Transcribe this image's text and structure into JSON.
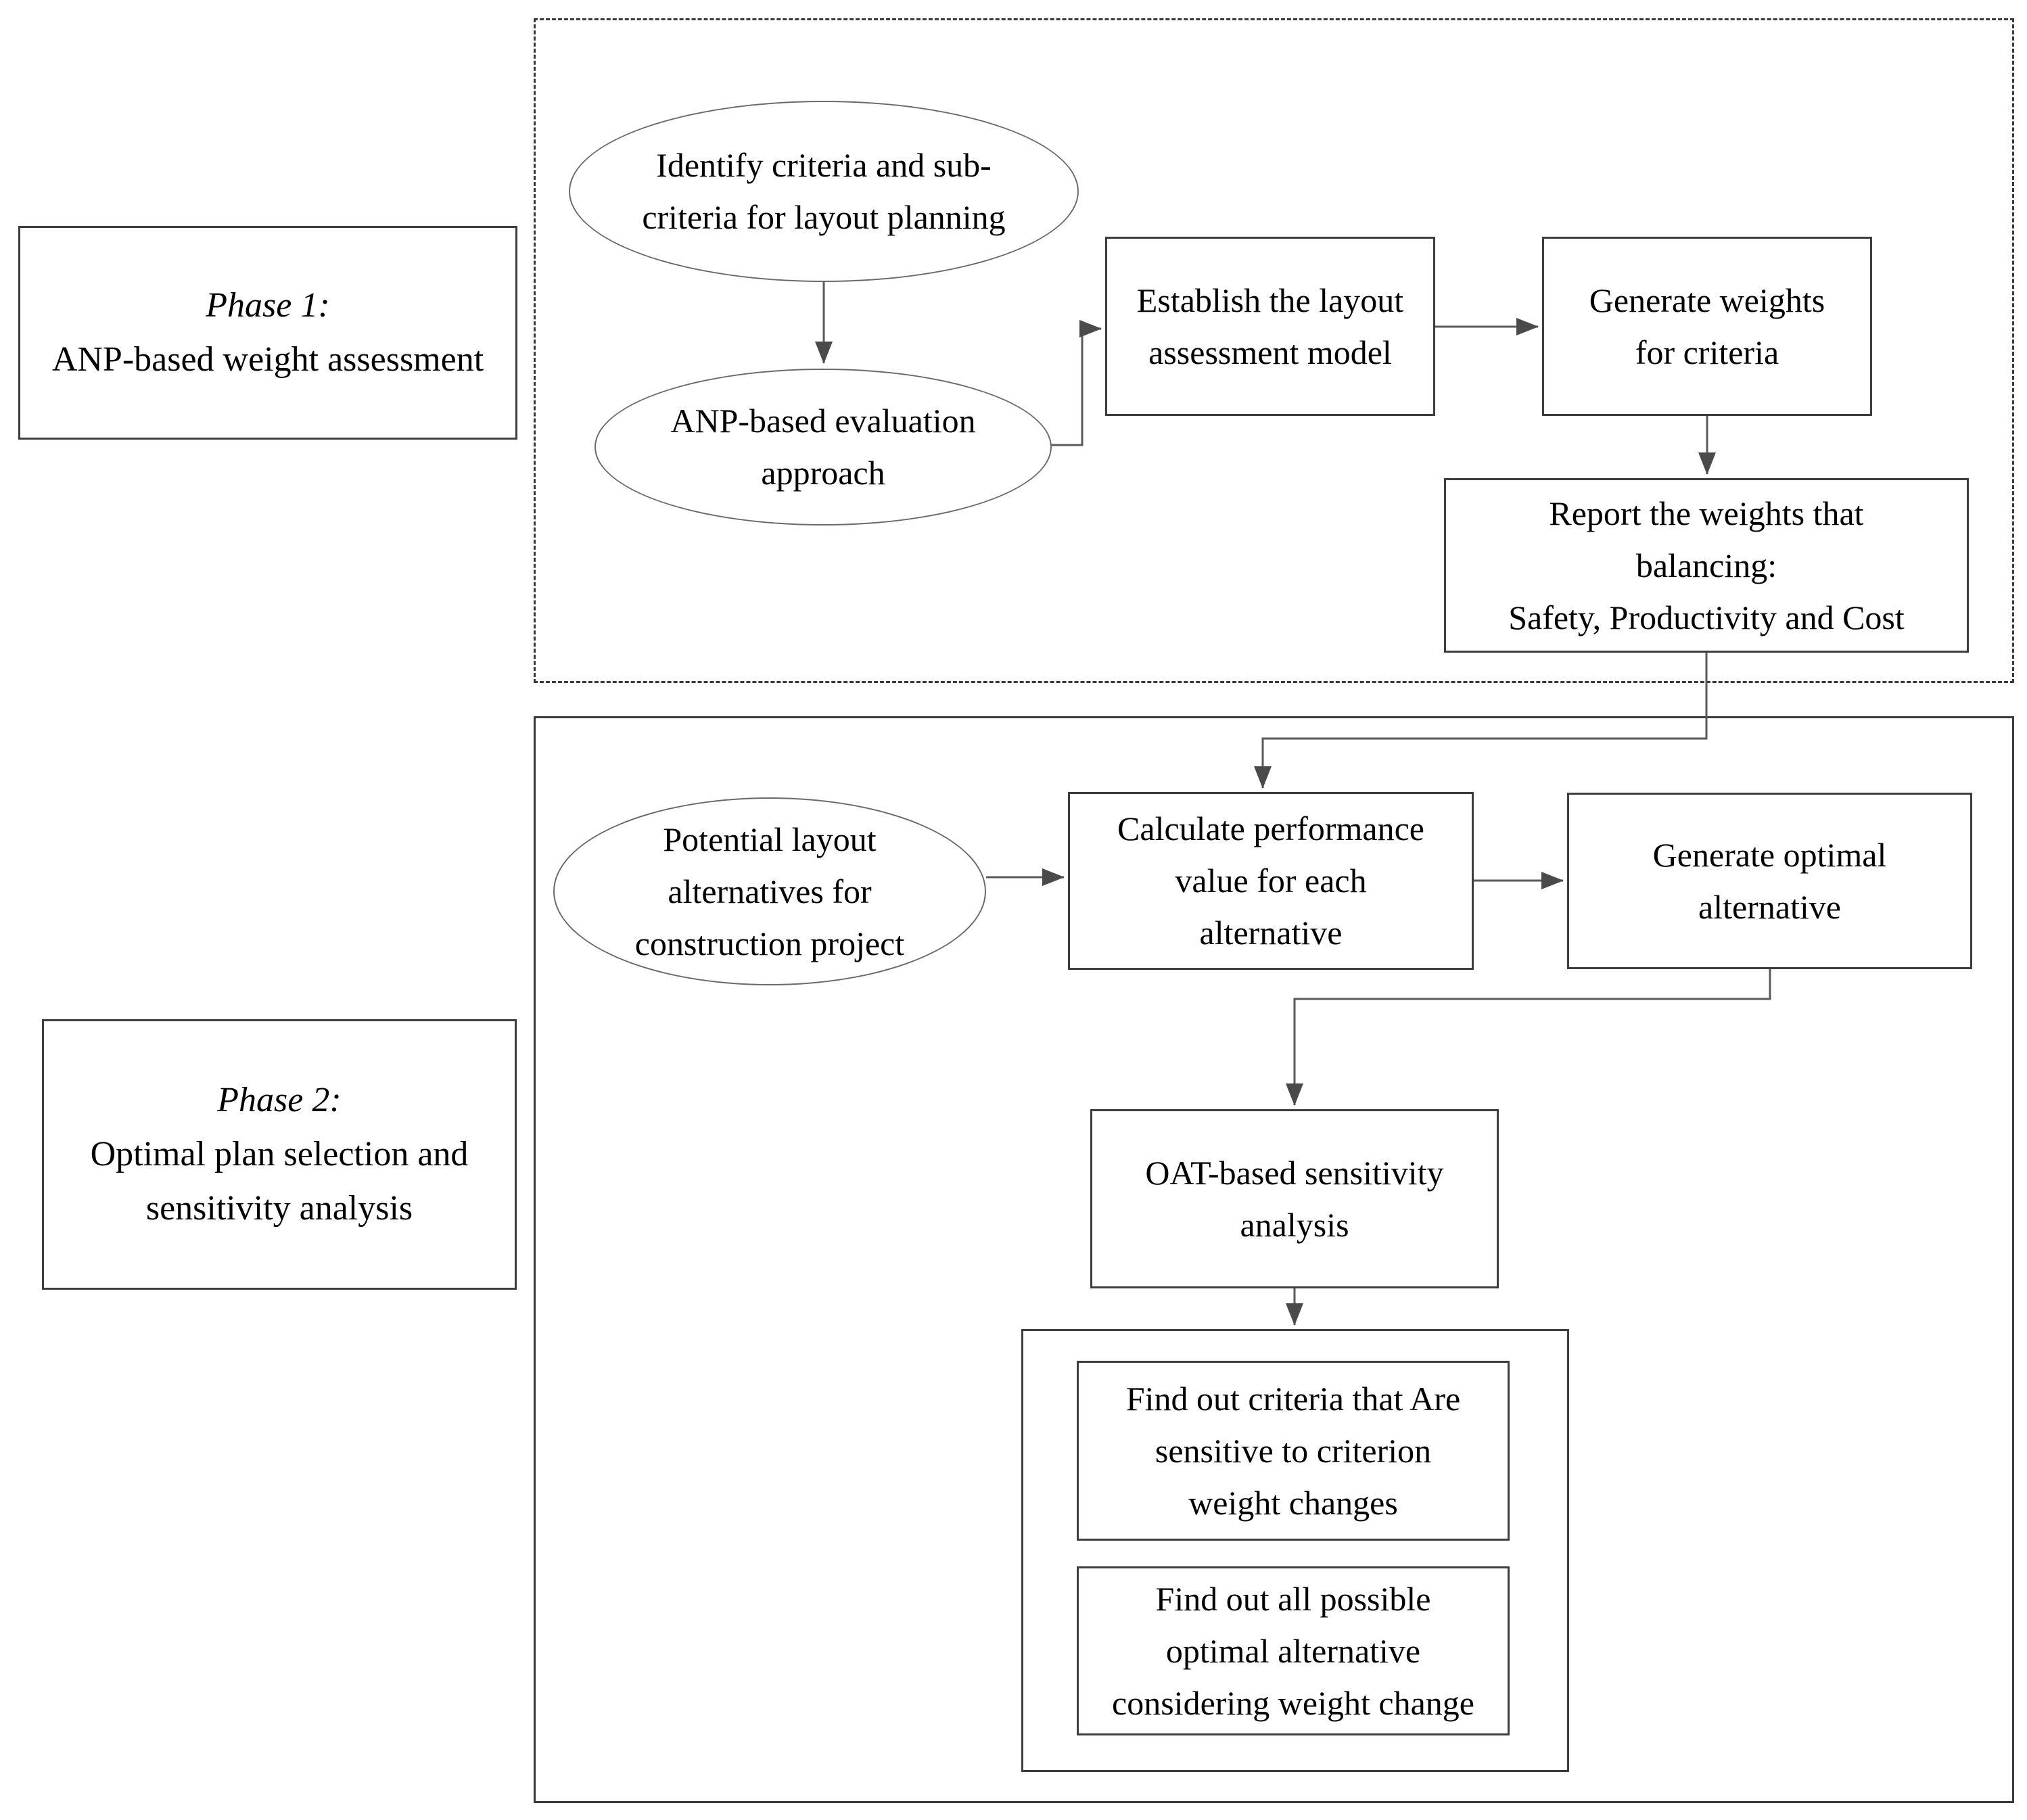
{
  "phase1": {
    "label": {
      "title": "Phase 1:",
      "subtitle": "ANP-based weight assessment"
    },
    "nodes": {
      "identify_criteria": "Identify criteria and sub-\ncriteria for layout planning",
      "anp_evaluation": "ANP-based evaluation\napproach",
      "establish_model": "Establish the layout\nassessment model",
      "generate_weights": "Generate weights\nfor criteria",
      "report_weights": "Report the weights that\nbalancing:\nSafety, Productivity and Cost"
    }
  },
  "phase2": {
    "label": {
      "title": "Phase 2:",
      "subtitle": "Optimal plan selection and\nsensitivity analysis"
    },
    "nodes": {
      "potential_alternatives": "Potential layout\nalternatives for\nconstruction project",
      "calculate_performance": "Calculate performance\nvalue for each\nalternative",
      "generate_optimal": "Generate optimal\nalternative",
      "oat_sensitivity": "OAT-based sensitivity\nanalysis",
      "find_sensitive_criteria": "Find out criteria that Are\nsensitive to criterion\nweight changes",
      "find_possible_optimal": "Find out all possible\noptimal alternative\nconsidering weight change"
    }
  },
  "colors": {
    "background": "#ffffff",
    "text": "#000000",
    "box_border": "#3d3d3d",
    "ellipse_border": "#6a6a6a",
    "connector": "#5a5a5a",
    "arrowhead": "#4a4a4a"
  }
}
